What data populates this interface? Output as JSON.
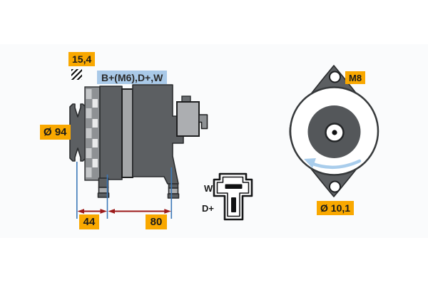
{
  "figure": {
    "type": "technical-dimensional-diagram",
    "subject": "alternator: side view, front view and connector pinout"
  },
  "labels": {
    "belt_width": "15,4",
    "terminals": "B+(M6),D+,W",
    "pulley_diameter": "Ø 94",
    "dim_pulley_offset": "44",
    "dim_mount_length": "80",
    "thread_size": "M8",
    "mount_hole_diameter": "Ø 10,1",
    "connector_pin_w": "W",
    "connector_pin_dplus": "D+"
  },
  "icons": {
    "hatch_pattern": "diagonal-stripes-square",
    "rotation_direction": "curved-arrow-counterclockwise"
  },
  "colors": {
    "label_yellow": "#f9a800",
    "label_blue": "#a9c9e8",
    "dimension_line_blue": "#3d79b8",
    "dimension_arrow_red": "#9c1a1a",
    "rotation_arrow_blue": "#a9cdec",
    "body_dark_gray": "#5c5f62",
    "body_light_gray": "#a8aaac",
    "outline_dark": "#2a2c2e",
    "background": "#ffffff"
  }
}
